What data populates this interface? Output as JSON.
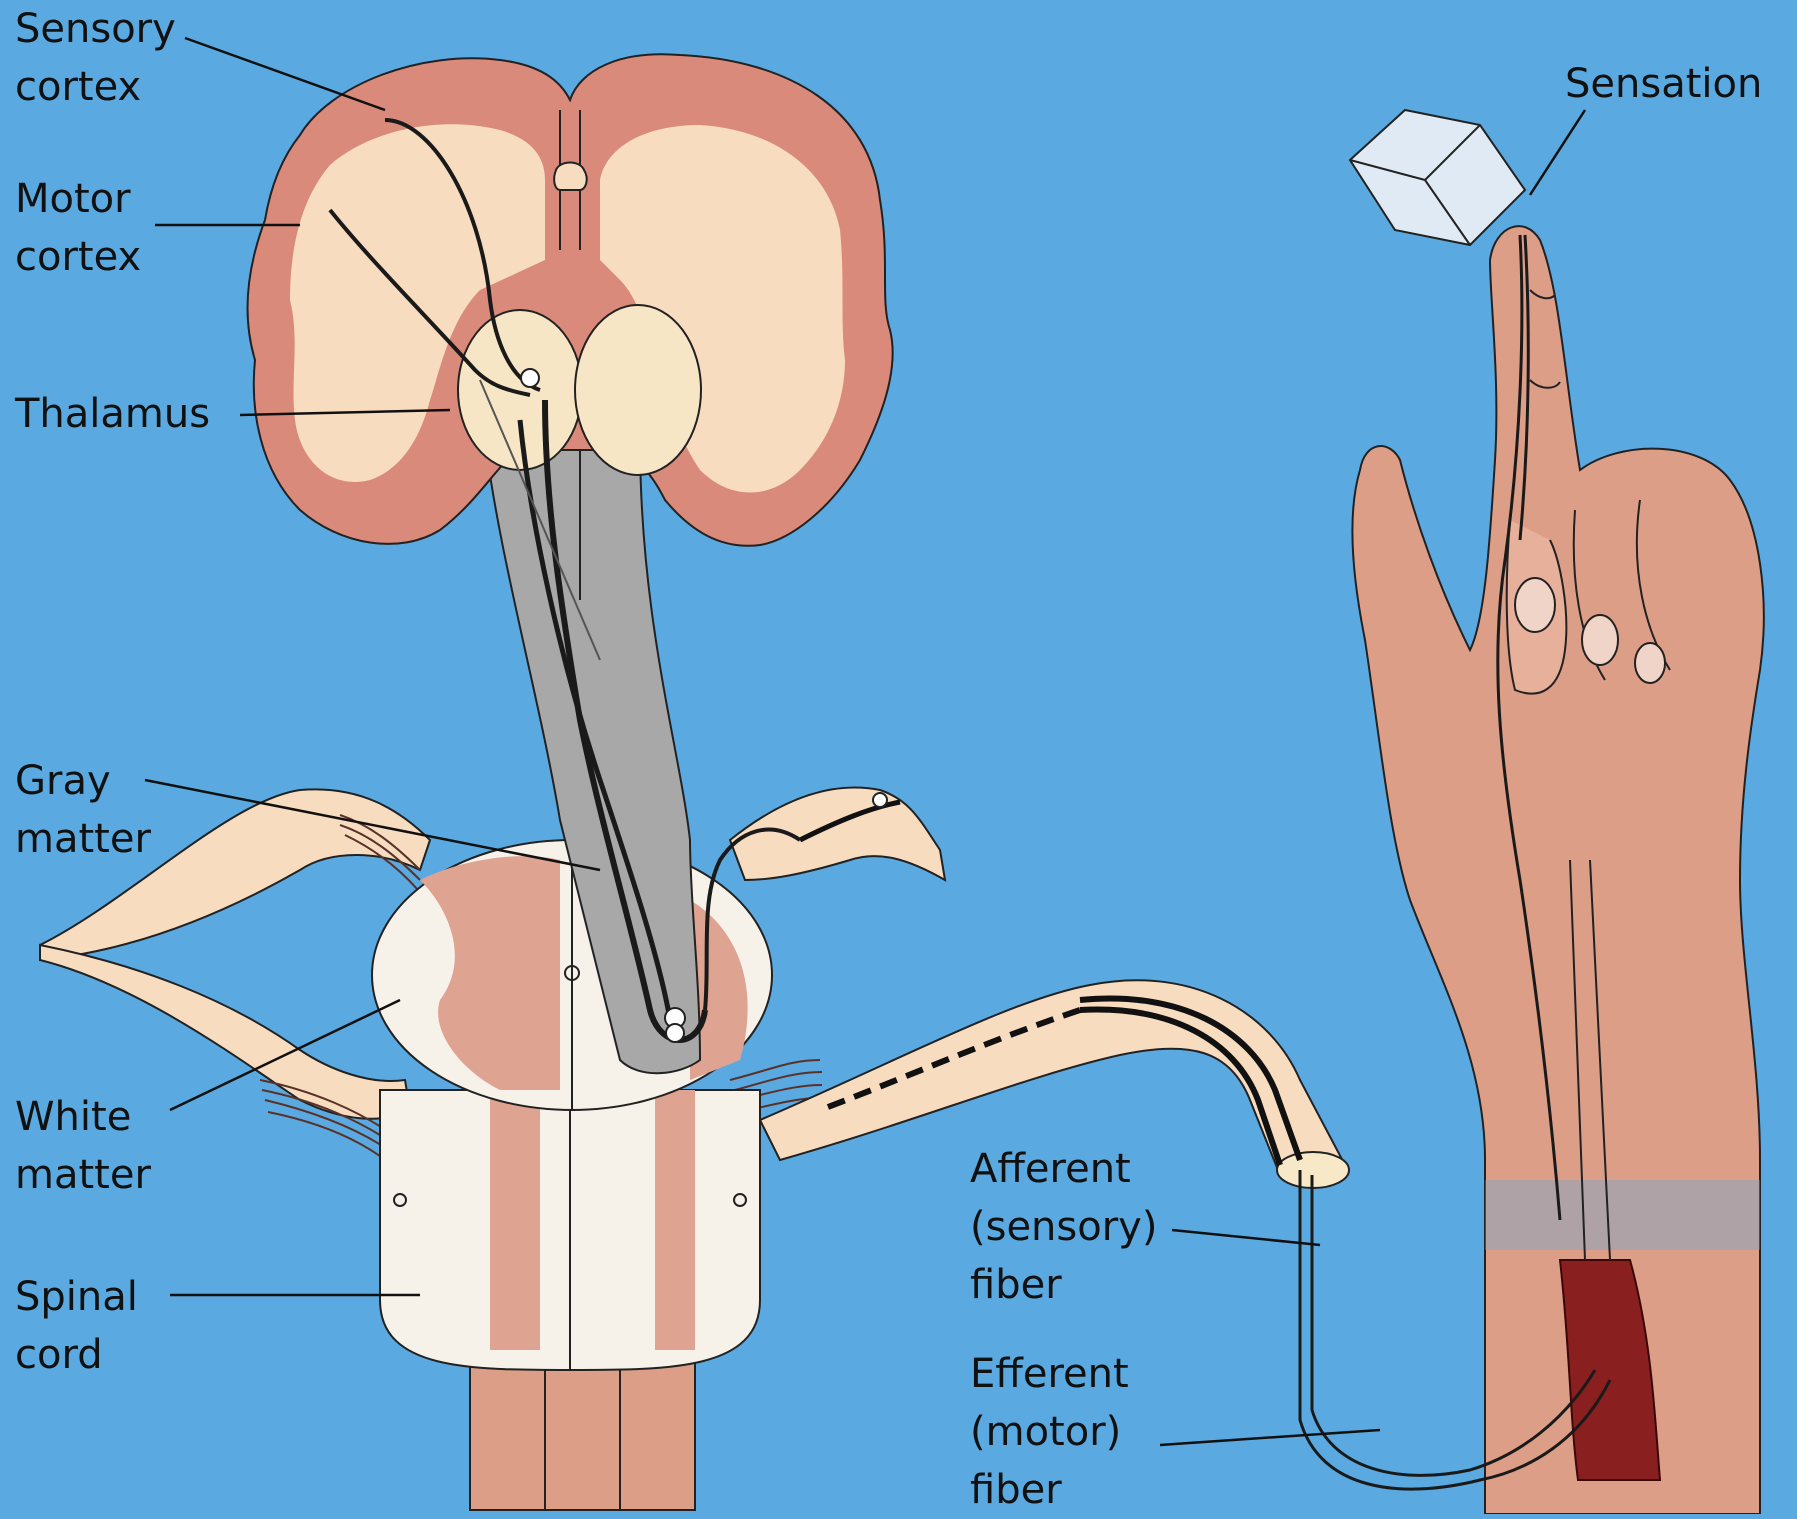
{
  "labels": {
    "sensory_cortex": [
      "Sensory",
      "cortex"
    ],
    "motor_cortex": [
      "Motor",
      "cortex"
    ],
    "thalamus": [
      "Thalamus"
    ],
    "gray_matter": [
      "Gray",
      "matter"
    ],
    "white_matter": [
      "White",
      "matter"
    ],
    "spinal_cord": [
      "Spinal",
      "cord"
    ],
    "sensation": [
      "Sensation"
    ],
    "afferent_fiber": [
      "Afferent",
      "(sensory)",
      "fiber"
    ],
    "efferent_fiber": [
      "Efferent",
      "(motor)",
      "fiber"
    ]
  },
  "colors": {
    "background": "#5aa9e0",
    "cortex_gray": "#d98a7a",
    "white_matter": "#f7dcc0",
    "spinal_white": "#f6f2ea",
    "spinal_gray": "#dfa391",
    "tract_gray": "#a8a8a8",
    "skin": "#dd9e88",
    "muscle": "#8a1f1f",
    "ice": "#dfeaf4",
    "fiber": "#1a1a1a"
  }
}
